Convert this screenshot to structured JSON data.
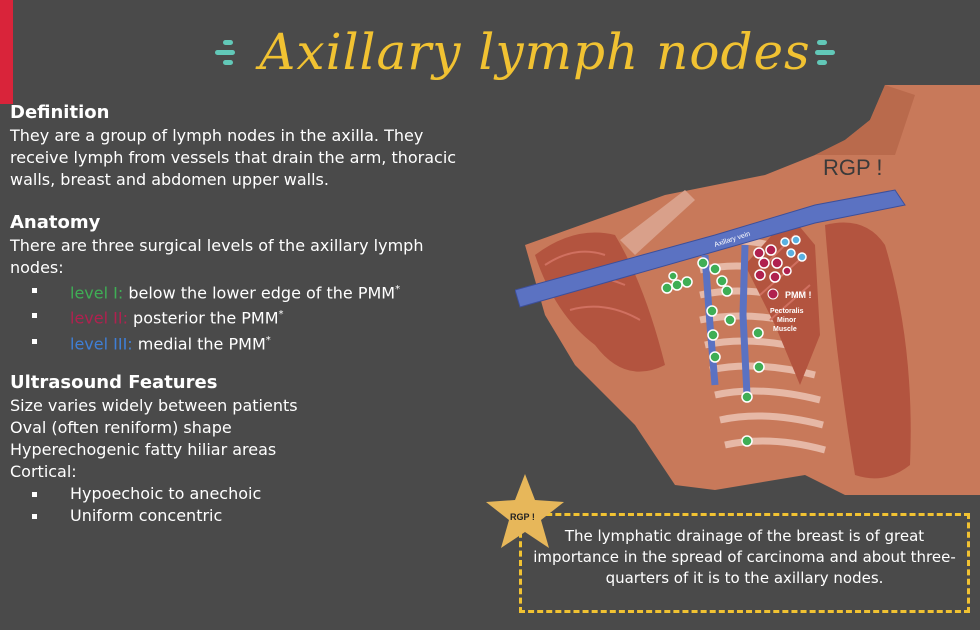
{
  "title": "Axillary lymph nodes",
  "definition": {
    "heading": "Definition",
    "text": "They are a group of lymph nodes in the axilla. They receive lymph from vessels that drain the arm, thoracic walls, breast and abdomen upper walls."
  },
  "anatomy": {
    "heading": "Anatomy",
    "intro": "There are three surgical levels of the axillary lymph nodes:",
    "levels": [
      {
        "name": "level I:",
        "desc": " below the lower edge of the PMM",
        "mark": "*",
        "color": "#3fae55"
      },
      {
        "name": "level II:",
        "desc": " posterior the PMM",
        "mark": "*",
        "color": "#b0214f"
      },
      {
        "name": "level III:",
        "desc": " medial the PMM",
        "mark": "*",
        "color": "#3f7fd6"
      }
    ]
  },
  "ultrasound": {
    "heading": "Ultrasound Features",
    "lines": [
      "Size varies widely between patients",
      "Oval (often reniform) shape",
      "Hyperechogenic fatty hiliar areas",
      "Cortical:"
    ],
    "cortical_items": [
      "Hypoechoic to anechoic",
      "Uniform concentric"
    ]
  },
  "illustration": {
    "rgp_label": "RGP !",
    "vein_label": "Axillary vein",
    "pmm_label": "PMM !",
    "muscle_label_1": "Pectoralis",
    "muscle_label_2": "Minor",
    "muscle_label_3": "Muscle"
  },
  "note": {
    "star_label": "RGP !",
    "text": "The lymphatic drainage of the breast is of great importance in the spread of carcinoma and about three-quarters of it is to the axillary nodes."
  },
  "colors": {
    "background": "#4a4a4a",
    "title": "#f1c232",
    "accent": "#d9243a",
    "level1": "#3fae55",
    "level2": "#b0214f",
    "level3": "#3f7fd6"
  }
}
